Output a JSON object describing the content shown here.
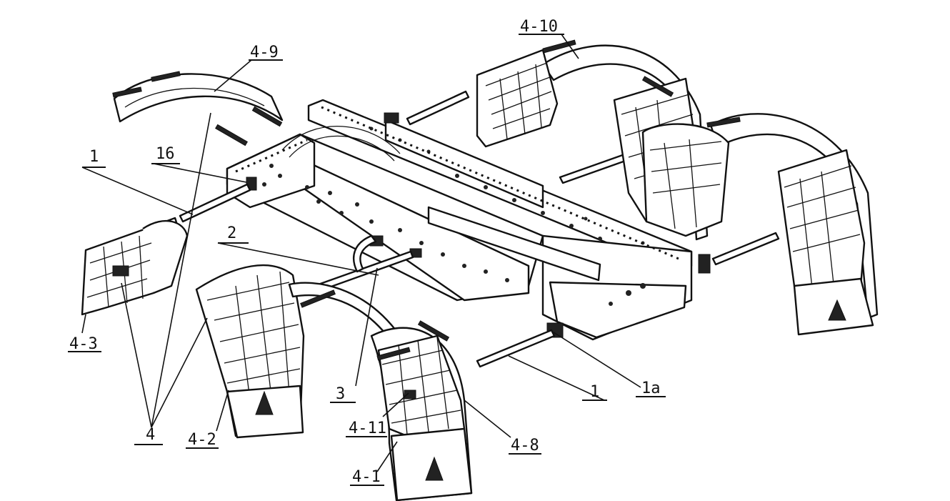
{
  "callouts": {
    "c4_10": "4-10",
    "c4_9": "4-9",
    "c1_left": "1",
    "c16": "16",
    "c2": "2",
    "c4_3": "4-3",
    "c3": "3",
    "c1_right": "1",
    "c1a": "1a",
    "c4": "4",
    "c4_2": "4-2",
    "c4_11": "4-11",
    "c4_8": "4-8",
    "c4_1": "4-1"
  },
  "colors": {
    "line": "#111111",
    "background": "#ffffff"
  }
}
